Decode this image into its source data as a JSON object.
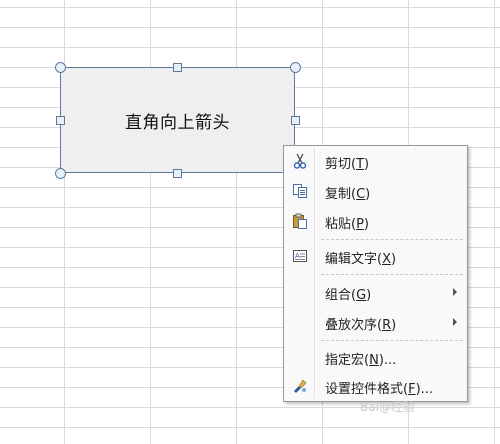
{
  "shape": {
    "label": "直角向上箭头"
  },
  "context_menu": {
    "items": [
      {
        "text": "剪切(",
        "key": "T",
        "tail": ")",
        "icon": "scissors-icon"
      },
      {
        "text": "复制(",
        "key": "C",
        "tail": ")",
        "icon": "copy-icon"
      },
      {
        "text": "粘贴(",
        "key": "P",
        "tail": ")",
        "icon": "paste-icon"
      },
      {
        "text": "编辑文字(",
        "key": "X",
        "tail": ")",
        "icon": "edit-text-icon"
      },
      {
        "text": "组合(",
        "key": "G",
        "tail": ")",
        "icon": ""
      },
      {
        "text": "叠放次序(",
        "key": "R",
        "tail": ")",
        "icon": ""
      },
      {
        "text": "指定宏(",
        "key": "N",
        "tail": ")...",
        "icon": ""
      },
      {
        "text": "设置控件格式(",
        "key": "F",
        "tail": ")...",
        "icon": "format-control-icon"
      }
    ]
  },
  "watermark": "Bai@经验"
}
